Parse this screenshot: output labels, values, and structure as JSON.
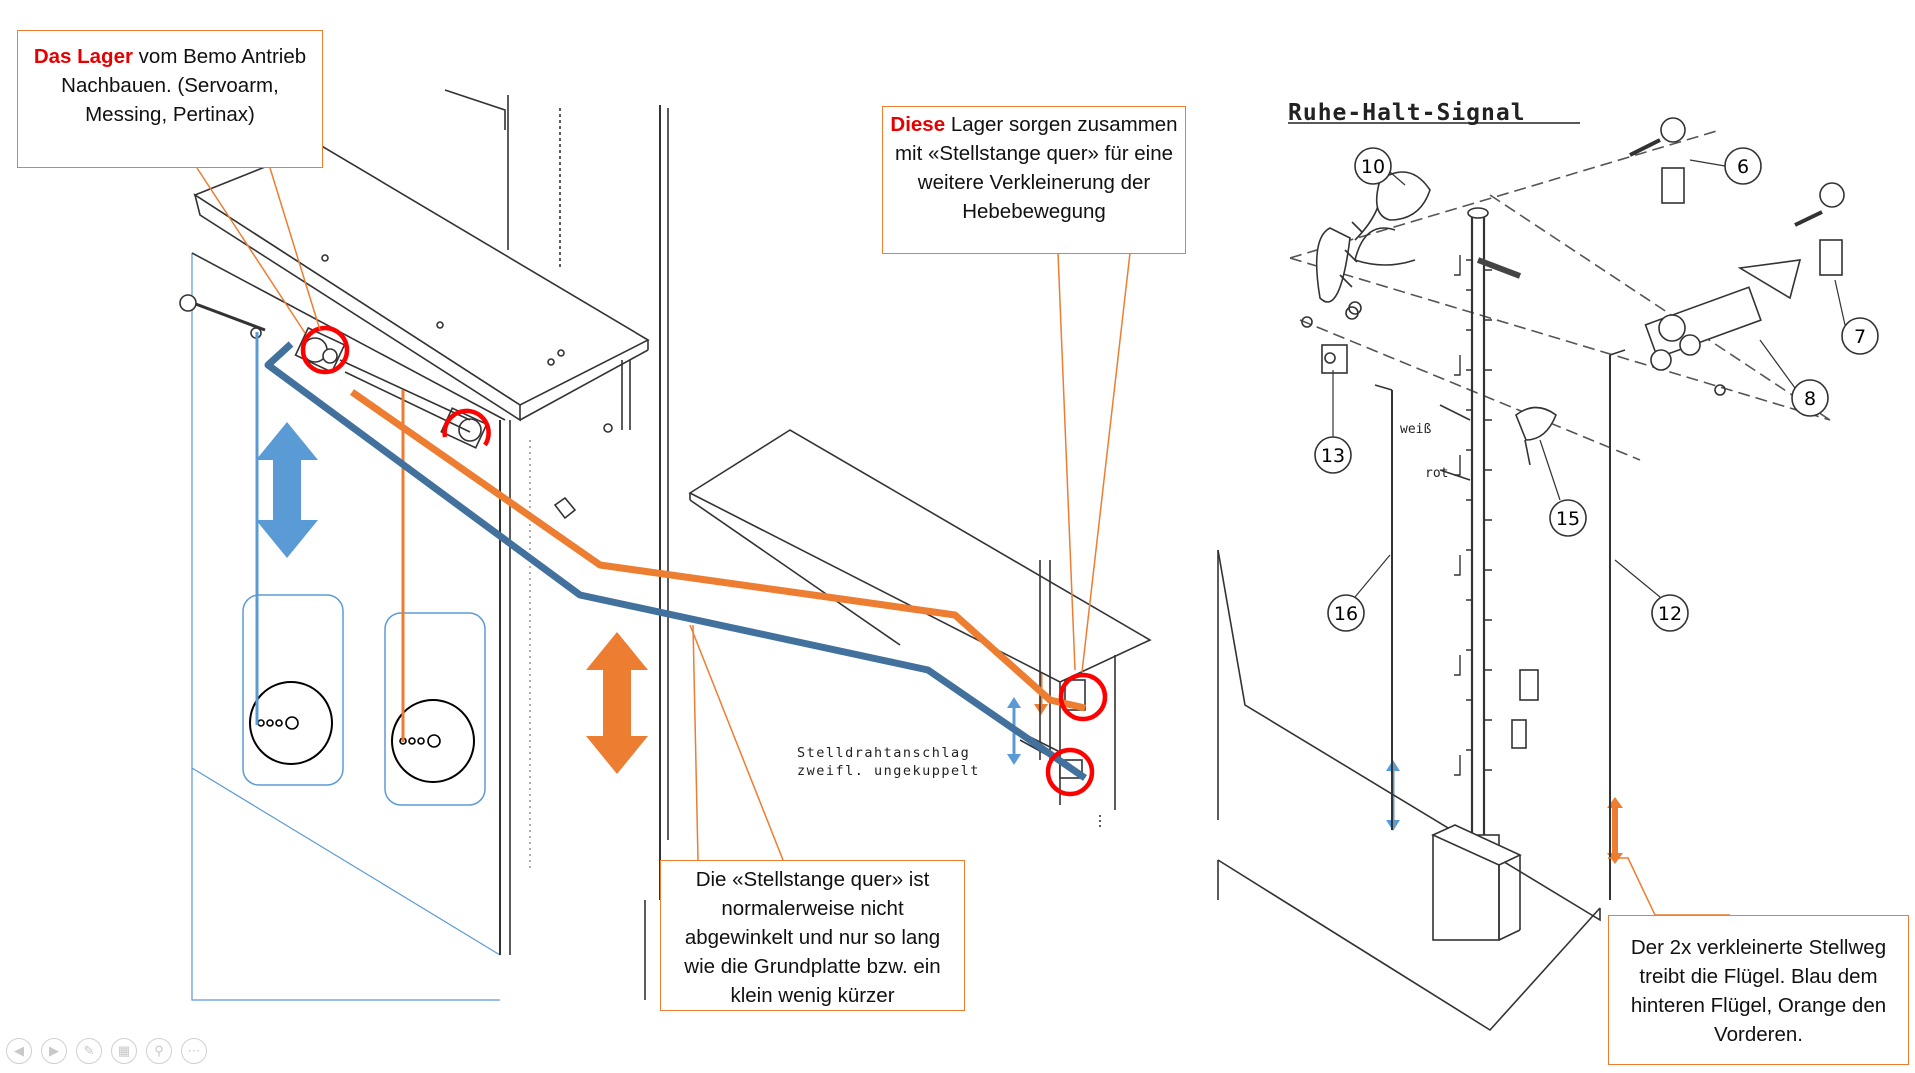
{
  "callouts": {
    "lager": {
      "red": "Das Lager",
      "rest": " vom Bemo Antrieb Nachbauen. (Servoarm, Messing, Pertinax)"
    },
    "diese": {
      "red": "Diese",
      "rest": " Lager sorgen zusammen mit «Stellstange quer» für eine weitere Verkleinerung der Hebebewegung"
    },
    "stellstange": {
      "text": "Die «Stellstange quer» ist normalerweise nicht abgewinkelt und nur so lang wie die Grundplatte bzw. ein klein wenig kürzer"
    },
    "stellweg": {
      "text": "Der 2x verkleinerte Stellweg treibt die Flügel. Blau dem hinteren Flügel, Orange den Vorderen."
    }
  },
  "drawing_text": {
    "stelldraht_line1": "Stelldrahtanschlag",
    "stelldraht_line2": "zweifl. ungekuppelt",
    "signal_title": "Ruhe-Halt-Signal",
    "weiss": "weiß",
    "rot": "rot"
  },
  "part_numbers": [
    "10",
    "6",
    "7",
    "8",
    "13",
    "15",
    "16",
    "12"
  ],
  "colors": {
    "blue_rod": "#41719c",
    "blue_light": "#5b9bd5",
    "orange": "#ed7d31",
    "red_marker": "#ff0000",
    "callout_border": "#ed7d31"
  },
  "nav_icons": [
    "prev-icon",
    "next-icon",
    "pen-icon",
    "slides-icon",
    "zoom-icon",
    "more-icon"
  ]
}
